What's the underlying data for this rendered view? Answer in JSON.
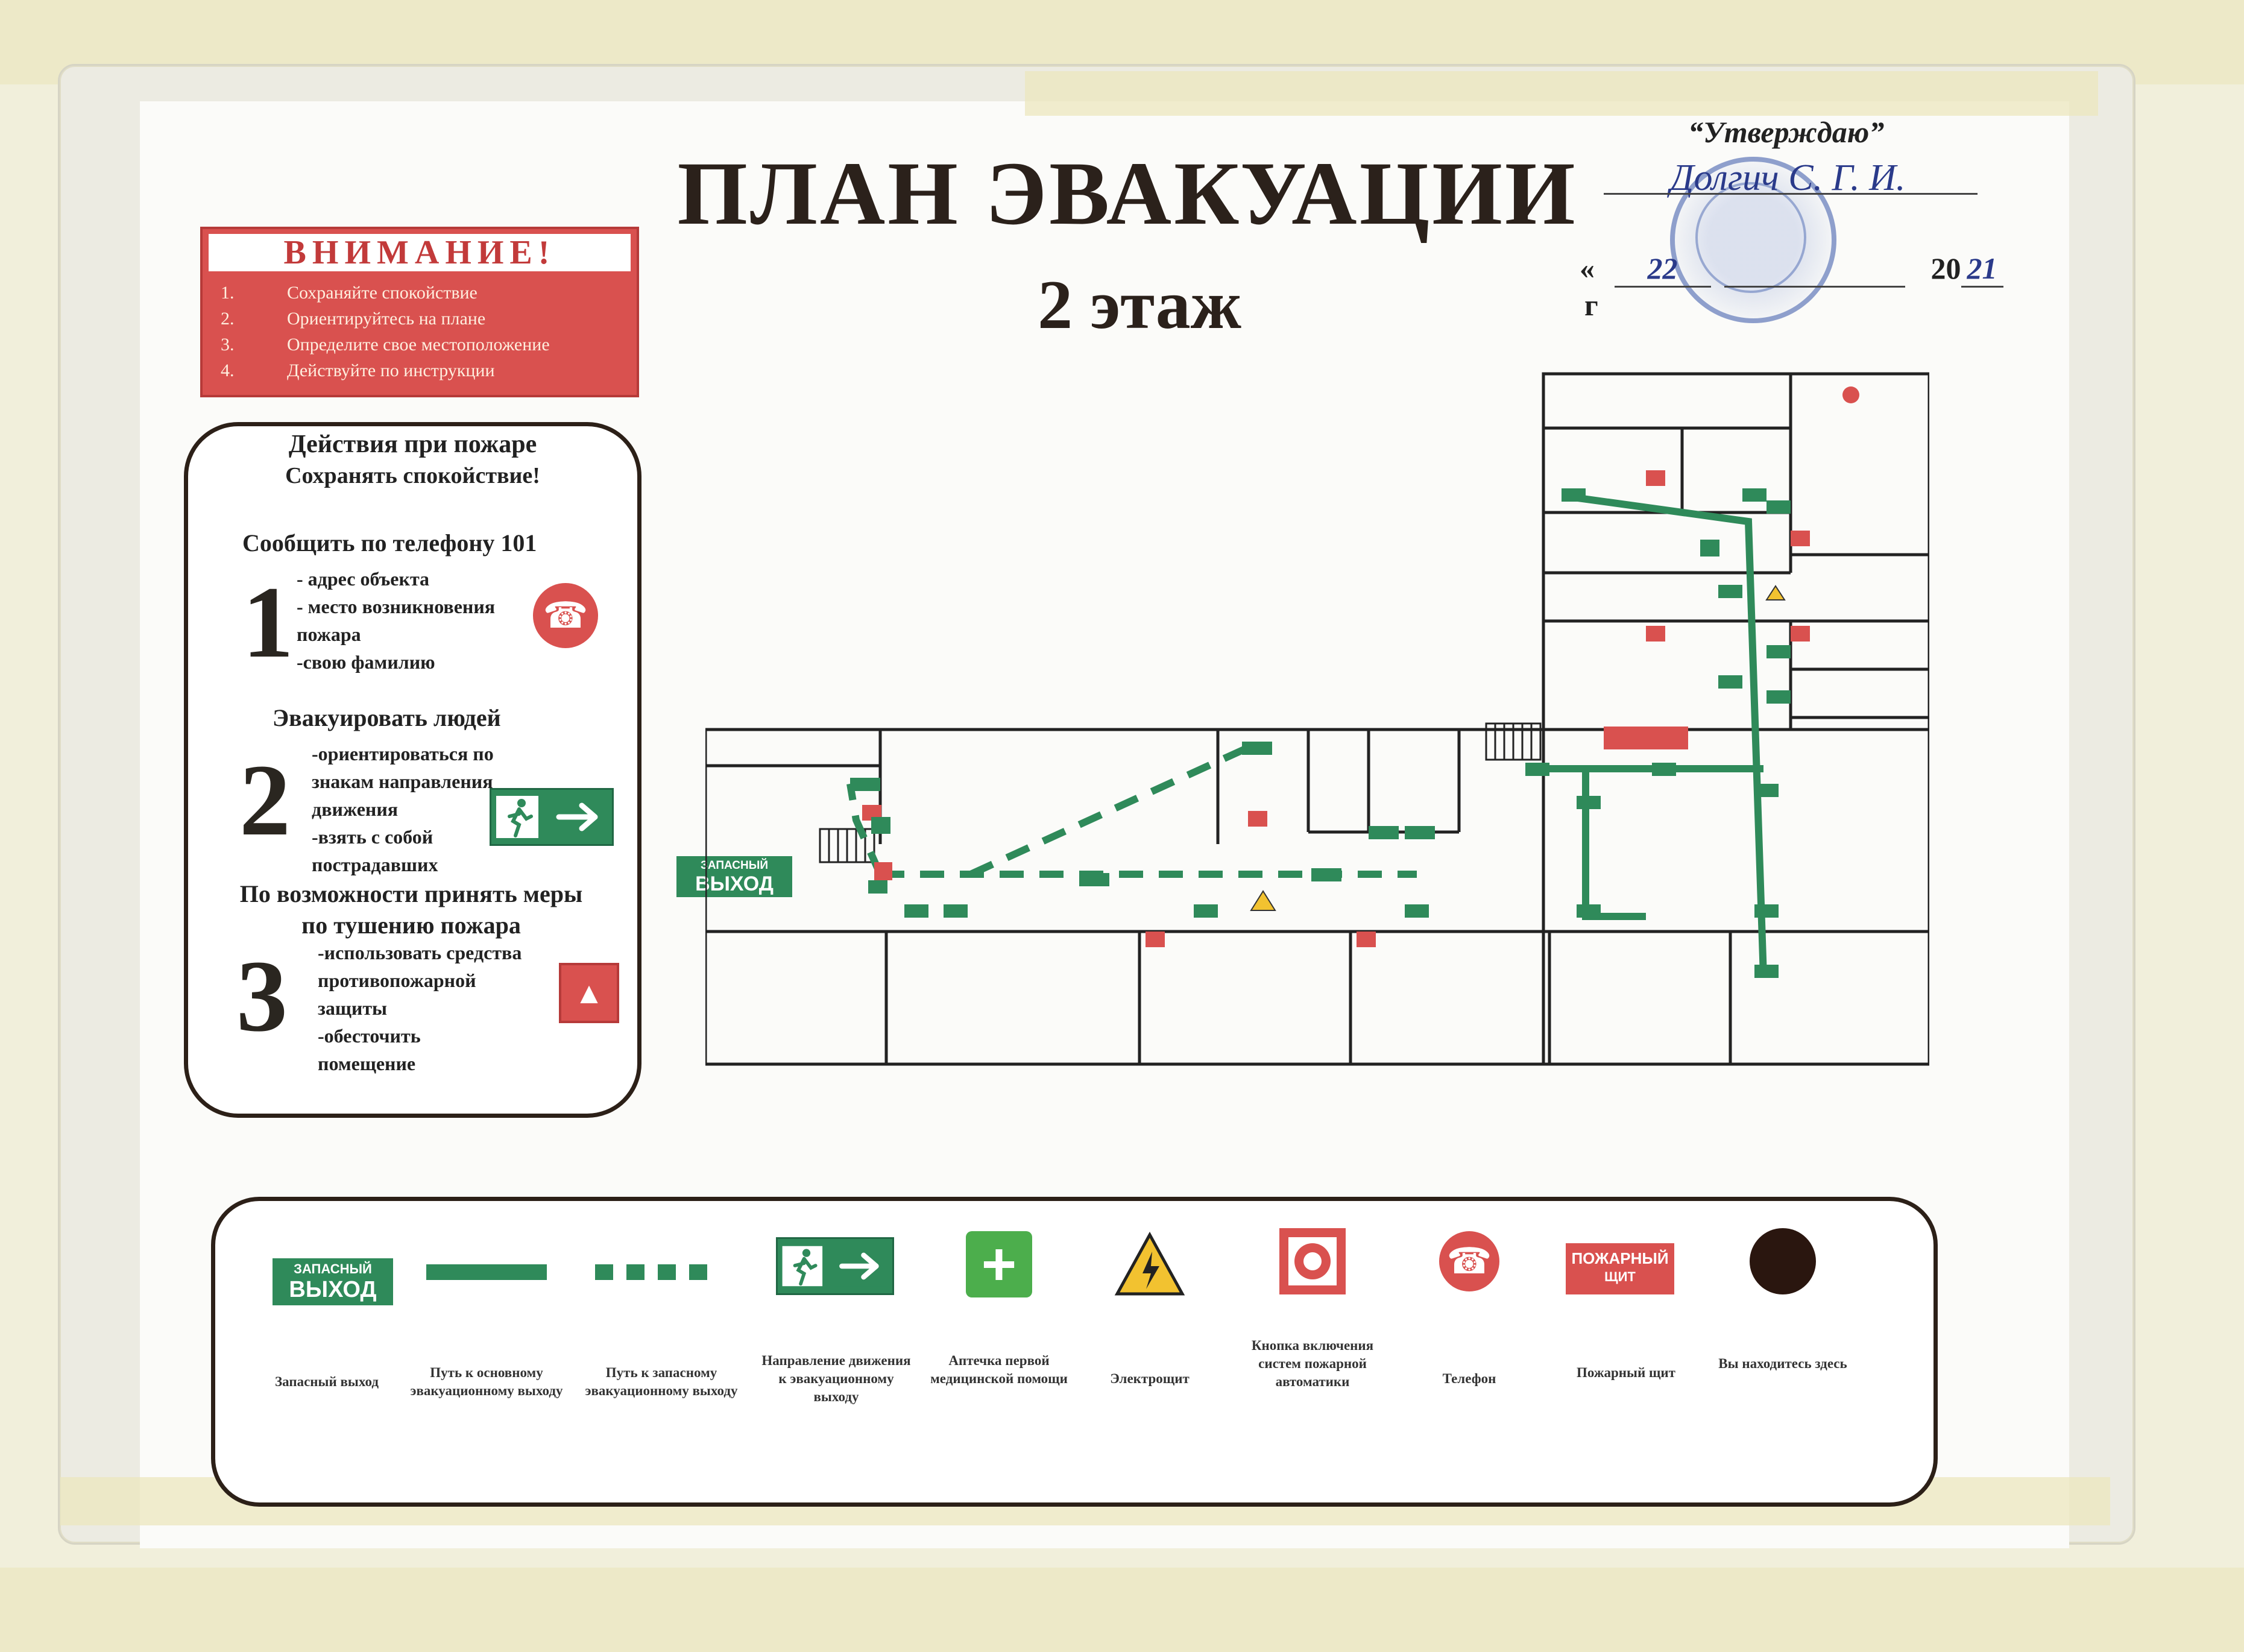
{
  "title": "ПЛАН ЭВАКУАЦИИ",
  "subtitle": "2 этаж",
  "approval": {
    "heading": "“Утверждаю”",
    "signature_text": "Долгич С. Г. И.",
    "date_open_quote": "«",
    "date_day": "22",
    "date_year_prefix": "20",
    "date_year_suffix": "21",
    "date_year_unit": "г"
  },
  "attention": {
    "heading": "ВНИМАНИЕ!",
    "items": [
      {
        "num": "1.",
        "text": "Сохраняйте спокойствие"
      },
      {
        "num": "2.",
        "text": "Ориентируйтесь на плане"
      },
      {
        "num": "3.",
        "text": "Определите свое местоположение"
      },
      {
        "num": "4.",
        "text": "Действуйте по инструкции"
      }
    ]
  },
  "fire_actions": {
    "title": "Действия при пожаре",
    "subtitle": "Сохранять спокойствие!",
    "step1": {
      "number": "1",
      "heading": "Сообщить по телефону 101",
      "items": [
        "- адрес объекта",
        "- место возникновения пожара",
        "-свою фамилию"
      ]
    },
    "step2": {
      "number": "2",
      "heading": "Эвакуировать людей",
      "items": [
        "-ориентироваться по знакам направления движения",
        "-взять с собой пострадавших"
      ]
    },
    "step3": {
      "number": "3",
      "heading": "По возможности принять меры по тушению пожара",
      "items": [
        "-использовать средства противопожарной защиты",
        "-обесточить помещение"
      ]
    }
  },
  "spare_exit": {
    "line1": "ЗАПАСНЫЙ",
    "line2": "ВЫХОД"
  },
  "legend": {
    "spare_exit_sign": {
      "line1": "ЗАПАСНЫЙ",
      "line2": "ВЫХОД",
      "label": "Запасный выход"
    },
    "main_path": {
      "label": "Путь к основному эвакуационному выходу"
    },
    "spare_path": {
      "label": "Путь к запасному эвакуационному выходу"
    },
    "direction": {
      "label": "Направление движения к эвакуационному выходу"
    },
    "first_aid": {
      "label": "Аптечка первой медицинской помощи"
    },
    "electrical": {
      "label": "Электрощит"
    },
    "fire_alarm": {
      "label": "Кнопка включения систем пожарной автоматики"
    },
    "phone": {
      "label": "Телефон"
    },
    "fire_panel": {
      "line1": "ПОЖАРНЫЙ",
      "line2": "ЩИТ",
      "label": "Пожарный щит"
    },
    "you_are_here": {
      "label": "Вы находитесь здесь"
    }
  },
  "colors": {
    "green": "#2f8a5a",
    "red": "#d9514f",
    "dark": "#2b211b",
    "yellow": "#f2c230"
  }
}
